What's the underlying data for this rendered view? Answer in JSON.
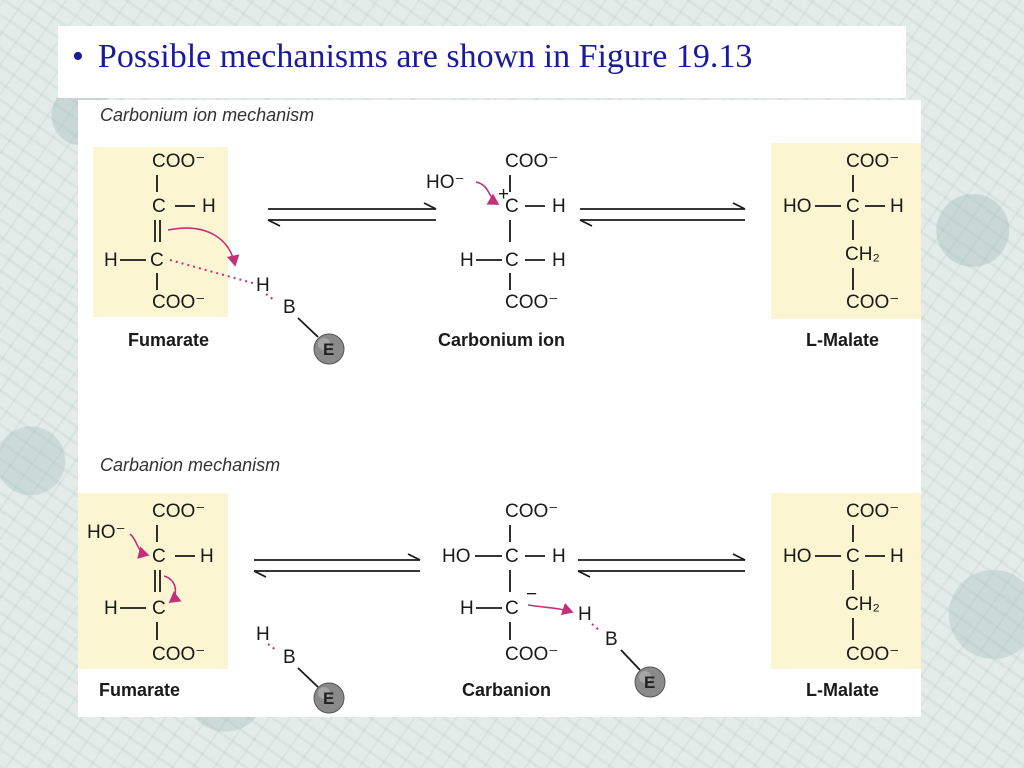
{
  "slide": {
    "bullet": "•",
    "title": "Possible mechanisms are shown in Figure 19.13"
  },
  "colors": {
    "title_text": "#1a1a9e",
    "highlight_box": "#fbf5d2",
    "arrow_magenta": "#c2307a",
    "enzyme_ball": "#8a8a8a"
  },
  "figure": {
    "carbonium": {
      "heading": "Carbonium ion mechanism",
      "fumarate": {
        "top": "COO⁻",
        "c1": "C",
        "h1": "H",
        "h2": "H",
        "c2": "C",
        "bottom": "COO⁻",
        "label": "Fumarate"
      },
      "base": {
        "h": "H",
        "b": "B",
        "e": "E"
      },
      "ion": {
        "top": "COO⁻",
        "ho": "HO⁻",
        "plus": "+",
        "c1": "C",
        "h1": "H",
        "h2": "H",
        "c2": "C",
        "h3": "H",
        "bottom": "COO⁻",
        "label": "Carbonium ion"
      },
      "malate": {
        "top": "COO⁻",
        "ho": "HO",
        "c1": "C",
        "h1": "H",
        "ch2": "CH₂",
        "bottom": "COO⁻",
        "label": "L-Malate"
      }
    },
    "carbanion": {
      "heading": "Carbanion mechanism",
      "fumarate": {
        "top": "COO⁻",
        "ho": "HO⁻",
        "c1": "C",
        "h1": "H",
        "h2": "H",
        "c2": "C",
        "bottom": "COO⁻",
        "label": "Fumarate"
      },
      "base": {
        "h": "H",
        "b": "B",
        "e": "E"
      },
      "ion": {
        "top": "COO⁻",
        "ho": "HO",
        "c1": "C",
        "h1": "H",
        "h2": "H",
        "c2": "C",
        "minus": "−",
        "bottom": "COO⁻",
        "label": "Carbanion",
        "h_base": "H",
        "b": "B",
        "e": "E"
      },
      "malate": {
        "top": "COO⁻",
        "ho": "HO",
        "c1": "C",
        "h1": "H",
        "ch2": "CH₂",
        "bottom": "COO⁻",
        "label": "L-Malate"
      }
    }
  }
}
